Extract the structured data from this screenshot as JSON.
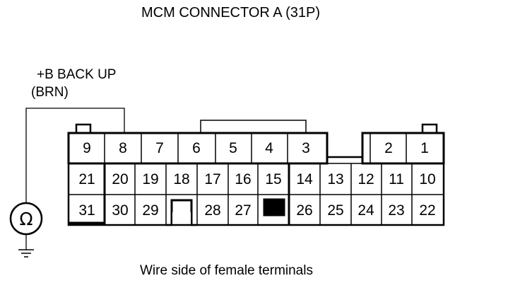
{
  "title": "MCM CONNECTOR A (31P)",
  "probe": {
    "label": "+B BACK UP",
    "wire": "(BRN)",
    "meter_symbol": "Ω",
    "connected_pin": "8"
  },
  "caption": "Wire side of female terminals",
  "connector": {
    "row1": [
      "9",
      "8",
      "7",
      "6",
      "5",
      "4",
      "3",
      "",
      "2",
      "1"
    ],
    "row2": [
      "21",
      "20",
      "19",
      "18",
      "17",
      "16",
      "15",
      "14",
      "13",
      "12",
      "11",
      "10"
    ],
    "row3": [
      "31",
      "30",
      "29",
      "",
      "28",
      "27",
      "",
      "26",
      "25",
      "24",
      "23",
      "22"
    ],
    "blocked_cavity": "between 27 and 26"
  },
  "icons": [
    "ohmmeter-icon",
    "ground-icon"
  ]
}
